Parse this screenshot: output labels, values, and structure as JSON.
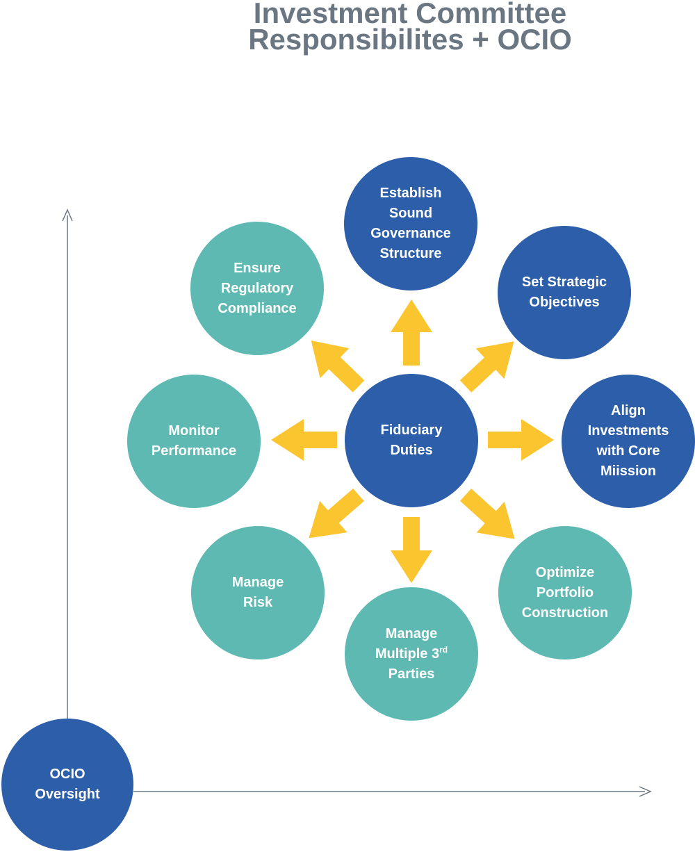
{
  "title": {
    "line1": "Investment Committee",
    "line2": "Responsibilites + OCIO"
  },
  "colors": {
    "title": "#6b7683",
    "navy": "#2d5ea9",
    "teal": "#5db9b1",
    "arrow": "#fbc52f",
    "axis": "#6b7683"
  },
  "center": {
    "lines": [
      "Fiduciary",
      "Duties"
    ]
  },
  "nodes": {
    "governance": {
      "lines": [
        "Establish",
        "Sound",
        "Governance",
        "Structure"
      ]
    },
    "strategic": {
      "lines": [
        "Set Strategic",
        "Objectives"
      ]
    },
    "mission": {
      "lines": [
        "Align",
        "Investments",
        "with Core",
        "Miission"
      ]
    },
    "portfolio": {
      "lines": [
        "Optimize",
        "Portfolio",
        "Construction"
      ]
    },
    "third_parties": {
      "lines": [
        "Manage",
        "Multiple 3",
        "Parties"
      ],
      "superscript": "rd"
    },
    "risk": {
      "lines": [
        "Manage",
        "Risk"
      ]
    },
    "performance": {
      "lines": [
        "Monitor",
        "Performance"
      ]
    },
    "compliance": {
      "lines": [
        "Ensure",
        "Regulatory",
        "Compliance"
      ]
    }
  },
  "ocio": {
    "lines": [
      "OCIO",
      "Oversight"
    ]
  }
}
